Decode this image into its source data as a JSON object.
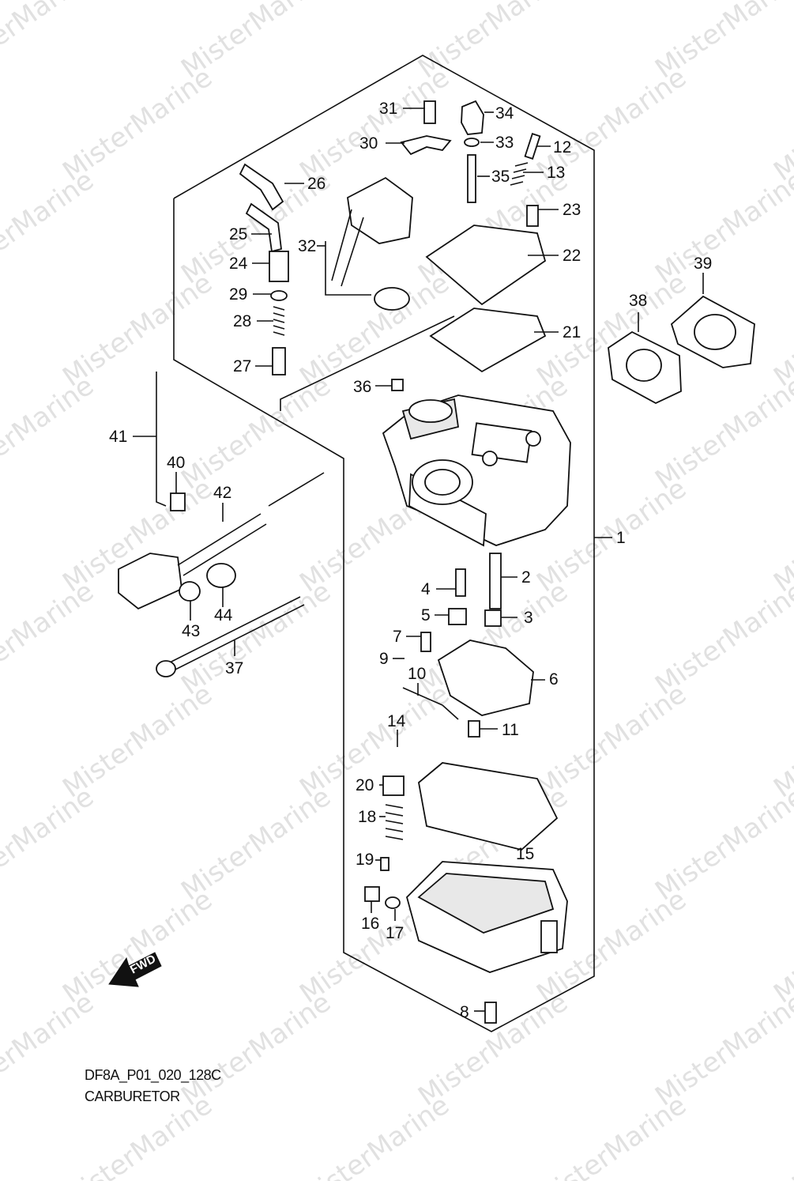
{
  "diagram": {
    "code": "DF8A_P01_020_128C",
    "title": "CARBURETOR",
    "direction_badge": "FWD",
    "watermark": "MisterMarine"
  },
  "callouts": [
    "1",
    "2",
    "3",
    "4",
    "5",
    "6",
    "7",
    "8",
    "9",
    "10",
    "11",
    "12",
    "13",
    "14",
    "15",
    "16",
    "17",
    "18",
    "19",
    "20",
    "21",
    "22",
    "23",
    "24",
    "25",
    "26",
    "27",
    "28",
    "29",
    "30",
    "31",
    "32",
    "33",
    "34",
    "35",
    "36",
    "37",
    "38",
    "39",
    "40",
    "41",
    "42",
    "43",
    "44"
  ]
}
